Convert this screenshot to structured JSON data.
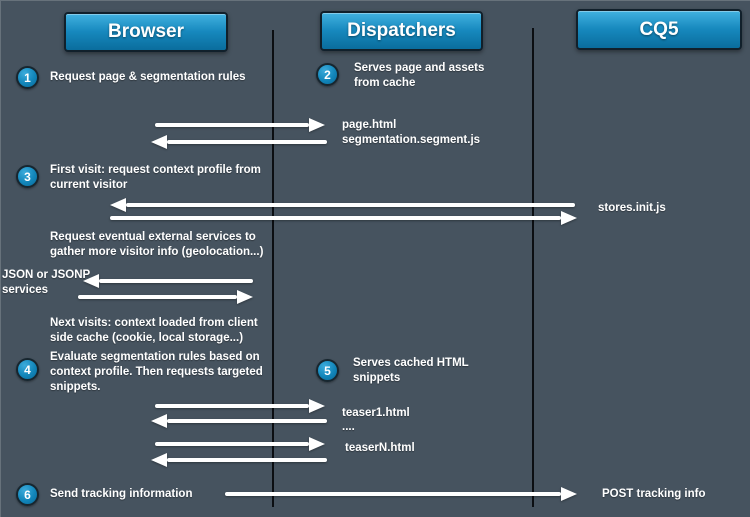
{
  "columns": {
    "browser": "Browser",
    "dispatchers": "Dispatchers",
    "cq5": "CQ5"
  },
  "steps": [
    {
      "num": "1",
      "text": "Request page & segmentation rules"
    },
    {
      "num": "2",
      "text": "Serves page and assets\nfrom cache"
    },
    {
      "num": "3",
      "text": "First visit: request context profile from\ncurrent visitor"
    },
    {
      "num": "4",
      "text": "Evaluate segmentation rules based on\ncontext profile. Then requests targeted\nsnippets."
    },
    {
      "num": "5",
      "text": "Serves cached HTML\nsnippets"
    },
    {
      "num": "6",
      "text": "Send tracking information"
    }
  ],
  "notes": {
    "external_services": "Request eventual external services to\ngather more visitor info (geolocation...)",
    "json_services": "JSON or JSONP\nservices",
    "next_visits": "Next visits: context loaded from client\nside cache (cookie, local storage...)"
  },
  "messages": {
    "page_assets": "page.html\nsegmentation.segment.js",
    "stores": "stores.init.js",
    "teaser1": "teaser1.html",
    "dots": "....",
    "teaserN": "teaserN.html",
    "post_tracking": "POST tracking info"
  },
  "colors": {
    "background": "#46535f",
    "accent_top": "#2da3d8",
    "accent_bottom": "#0b6e9e",
    "arrow": "#ffffff",
    "lifeline": "#0b0e12"
  }
}
